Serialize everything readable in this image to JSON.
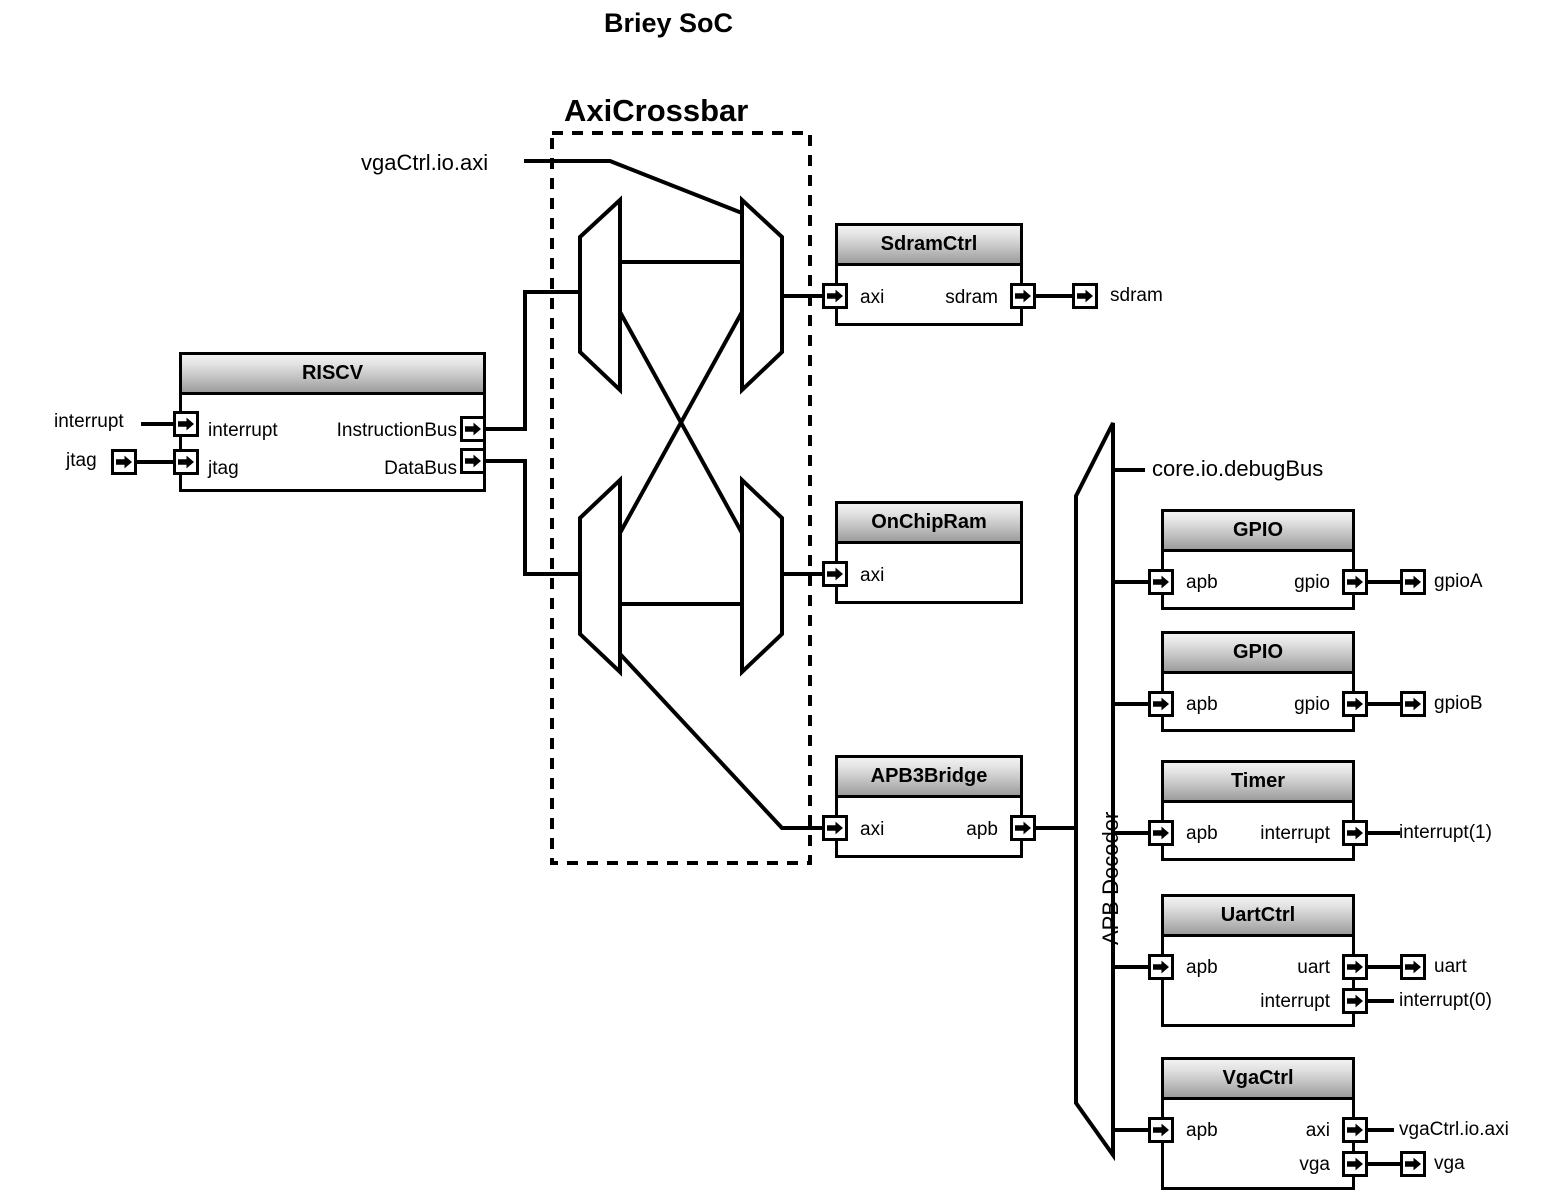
{
  "diagram": {
    "title": "Briey SoC",
    "crossbar_label": "AxiCrossbar",
    "apb_decoder_label": "APB Decoder"
  },
  "external_labels": {
    "vga_axi_top": "vgaCtrl.io.axi",
    "core_debug_bus": "core.io.debugBus",
    "interrupt_in": "interrupt",
    "jtag_in": "jtag",
    "sdram_out": "sdram",
    "gpioA_out": "gpioA",
    "gpioB_out": "gpioB",
    "timer_interrupt_out": "interrupt(1)",
    "uart_out": "uart",
    "uart_interrupt_out": "interrupt(0)",
    "vga_axi_out": "vgaCtrl.io.axi",
    "vga_out": "vga"
  },
  "blocks": {
    "riscv": {
      "name": "RISCV",
      "ports_left": [
        "interrupt",
        "jtag"
      ],
      "ports_right": [
        "InstructionBus",
        "DataBus"
      ]
    },
    "sdramctrl": {
      "name": "SdramCtrl",
      "ports_left": [
        "axi"
      ],
      "ports_right": [
        "sdram"
      ]
    },
    "onchipram": {
      "name": "OnChipRam",
      "ports_left": [
        "axi"
      ],
      "ports_right": []
    },
    "apb3bridge": {
      "name": "APB3Bridge",
      "ports_left": [
        "axi"
      ],
      "ports_right": [
        "apb"
      ]
    },
    "gpio_a": {
      "name": "GPIO",
      "ports_left": [
        "apb"
      ],
      "ports_right": [
        "gpio"
      ]
    },
    "gpio_b": {
      "name": "GPIO",
      "ports_left": [
        "apb"
      ],
      "ports_right": [
        "gpio"
      ]
    },
    "timer": {
      "name": "Timer",
      "ports_left": [
        "apb"
      ],
      "ports_right": [
        "interrupt"
      ]
    },
    "uartctrl": {
      "name": "UartCtrl",
      "ports_left": [
        "apb"
      ],
      "ports_right": [
        "uart",
        "interrupt"
      ]
    },
    "vgactrl": {
      "name": "VgaCtrl",
      "ports_left": [
        "apb"
      ],
      "ports_right": [
        "axi",
        "vga"
      ]
    }
  },
  "icons": {
    "port": "port-arrow-icon"
  },
  "colors": {
    "line": "#000000",
    "header_top": "#f2f2f2",
    "header_bottom": "#9c9c9c",
    "background": "#ffffff"
  }
}
